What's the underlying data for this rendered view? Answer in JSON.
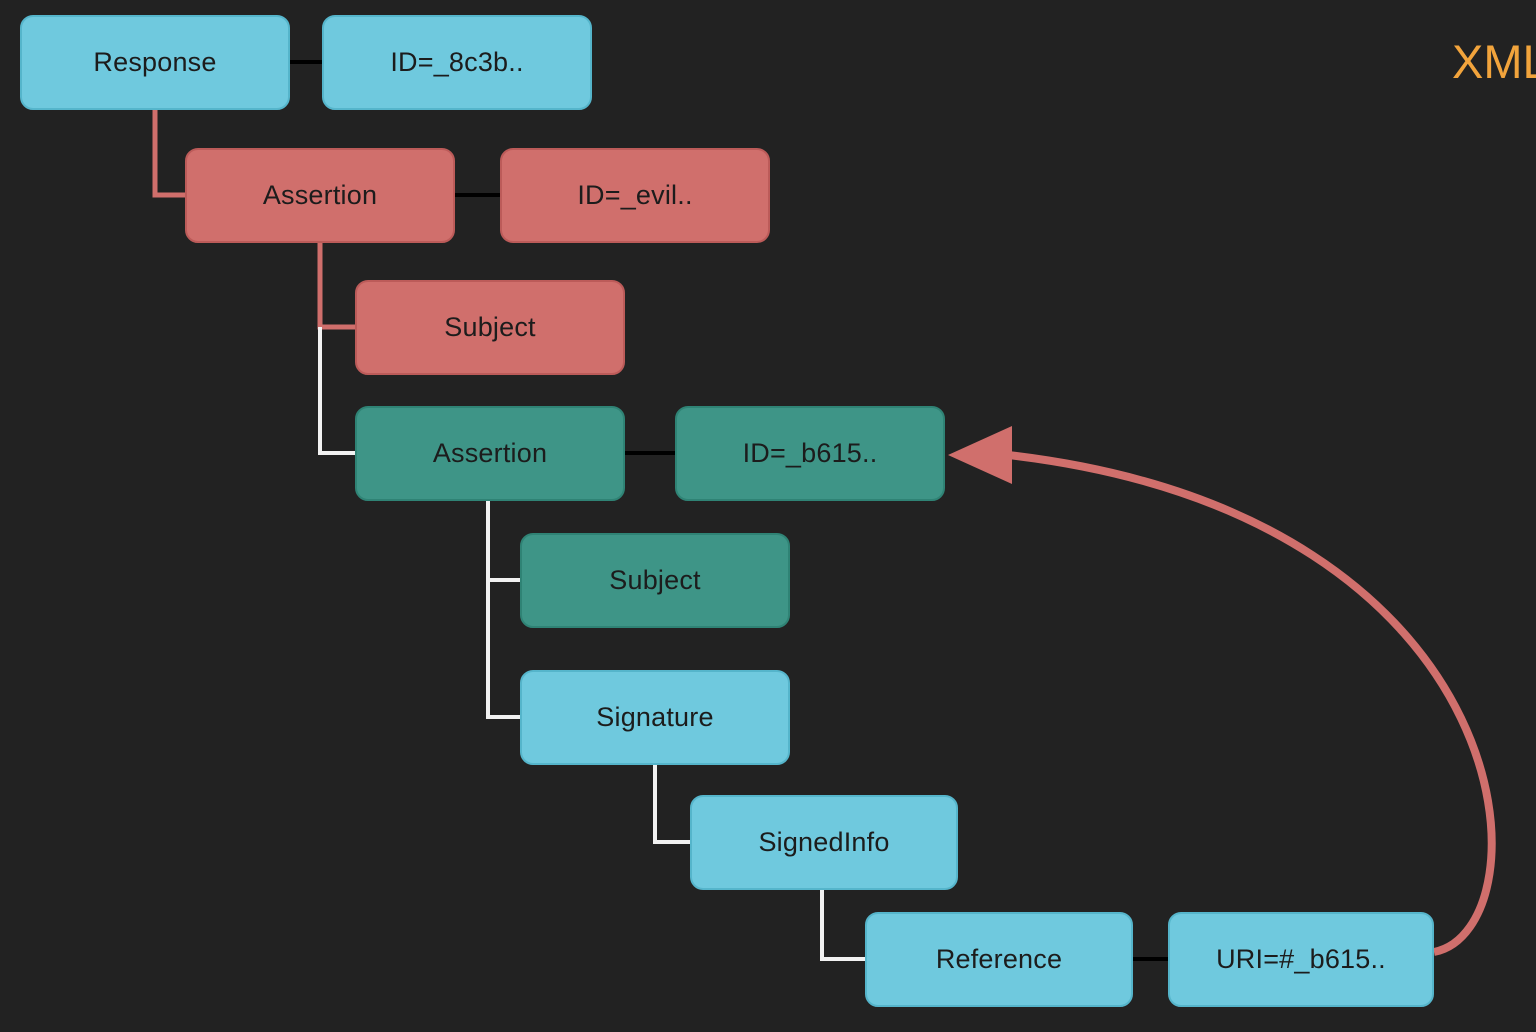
{
  "title": {
    "label": "XML",
    "color": "#F2A43C"
  },
  "palette": {
    "background": "#222222",
    "blue_fill": "#6FC9DE",
    "red_fill": "#D06F6C",
    "teal_fill": "#3E9587",
    "connector_light": "#F2F2F2",
    "connector_dark": "#000000",
    "arrow_color": "#D06F6C"
  },
  "nodes": {
    "response": {
      "label": "Response"
    },
    "response_id": {
      "label": "ID=_8c3b.."
    },
    "assertion_evil": {
      "label": "Assertion"
    },
    "assertion_evil_id": {
      "label": "ID=_evil.."
    },
    "subject_evil": {
      "label": "Subject"
    },
    "assertion_orig": {
      "label": "Assertion"
    },
    "assertion_orig_id": {
      "label": "ID=_b615.."
    },
    "subject_orig": {
      "label": "Subject"
    },
    "signature": {
      "label": "Signature"
    },
    "signedinfo": {
      "label": "SignedInfo"
    },
    "reference": {
      "label": "Reference"
    },
    "reference_uri": {
      "label": "URI=#_b615.."
    }
  }
}
